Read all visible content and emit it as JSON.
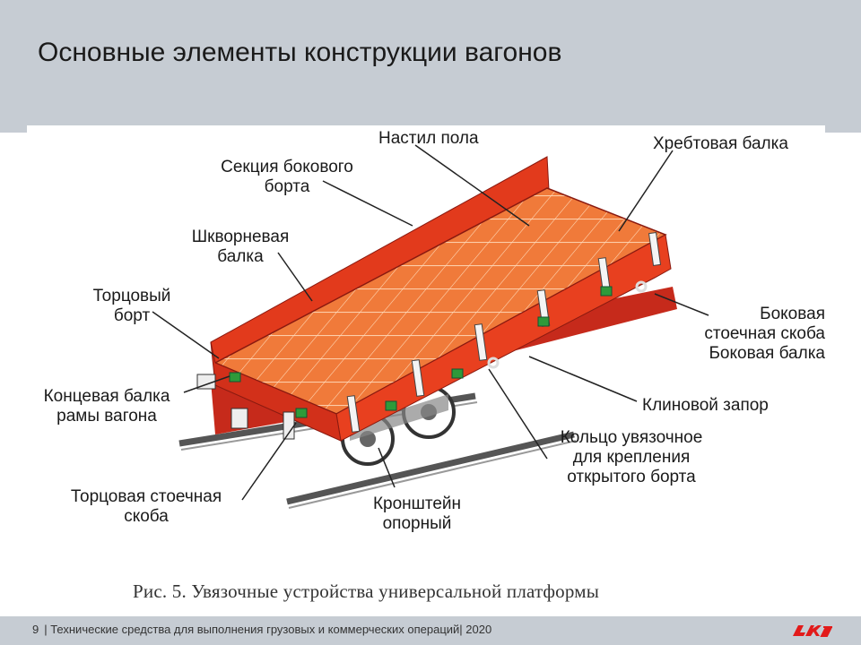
{
  "slide": {
    "title": "Основные элементы конструкции вагонов",
    "caption": "Рис. 5. Увязочные устройства универсальной платформы",
    "page_number": "9",
    "footer_text": "| Технические средства для выполнения грузовых и коммерческих операций| 2020",
    "logo_icon": "rzd-logo-icon"
  },
  "labels": {
    "floor": "Настил пола",
    "center_sill": "Хребтовая балка",
    "side_section_1": "Секция бокового",
    "side_section_2": "борта",
    "bolster_1": "Шкворневая",
    "bolster_2": "балка",
    "end_wall_1": "Торцовый",
    "end_wall_2": "борт",
    "end_beam_1": "Концевая балка",
    "end_beam_2": "рамы вагона",
    "end_stake_1": "Торцовая стоечная",
    "end_stake_2": "скоба",
    "side_stake_1": "Боковая",
    "side_stake_2": "стоечная скоба",
    "side_beam": "Боковая балка",
    "wedge_lock": "Клиновой запор",
    "ring_1": "Кольцо увязочное",
    "ring_2": "для крепления",
    "ring_3": "открытого борта",
    "bracket_1": "Кронштейн",
    "bracket_2": "опорный"
  },
  "colors": {
    "header_bg": "#c6ccd3",
    "wagon_red": "#e23a1c",
    "wagon_dark": "#b8261a",
    "floor_orange": "#f07a3a",
    "brand_red": "#e21a1a"
  }
}
